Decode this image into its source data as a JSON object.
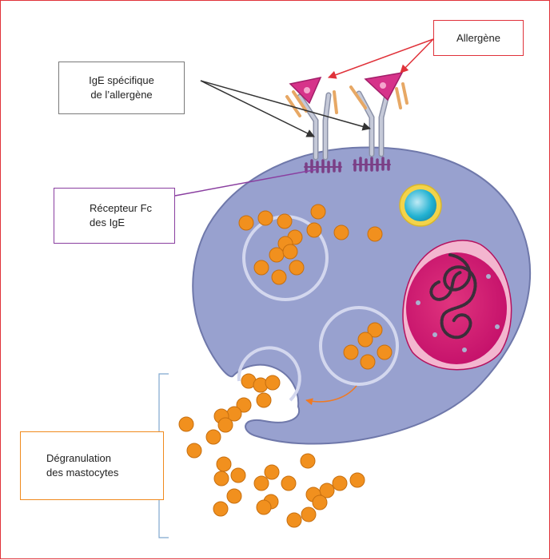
{
  "labels": {
    "ige": {
      "line1": "IgE spécifique",
      "line2": "de l’allergène"
    },
    "allergene": "Allergène",
    "recepteur": {
      "line1": "Récepteur Fc",
      "line2": "des IgE"
    },
    "degranulation": {
      "line1": "Dégranulation",
      "line2": "des mastocytes"
    }
  },
  "colors": {
    "frame": "#e0323a",
    "cell_body": "#98a1cf",
    "cell_outline": "#6f78aa",
    "vesicle_ring": "#d3d7ee",
    "granule": "#f1901e",
    "granule_outline": "#c66f10",
    "nucleus": "#d6176f",
    "nucleus_rim": "#f3b6cf",
    "allergen": "#d6338a",
    "antibody": "#a6acc0",
    "receptor": "#7b3f86",
    "arrow_ige": "#333333",
    "arrow_allergene": "#e0323a",
    "line_recepteur": "#8a3fa0",
    "arrow_exocytose": "#f07a22",
    "bracket": "#7fa7cf",
    "vacuole": "#1fb3d2",
    "vacuole_rim": "#f3d34a"
  }
}
